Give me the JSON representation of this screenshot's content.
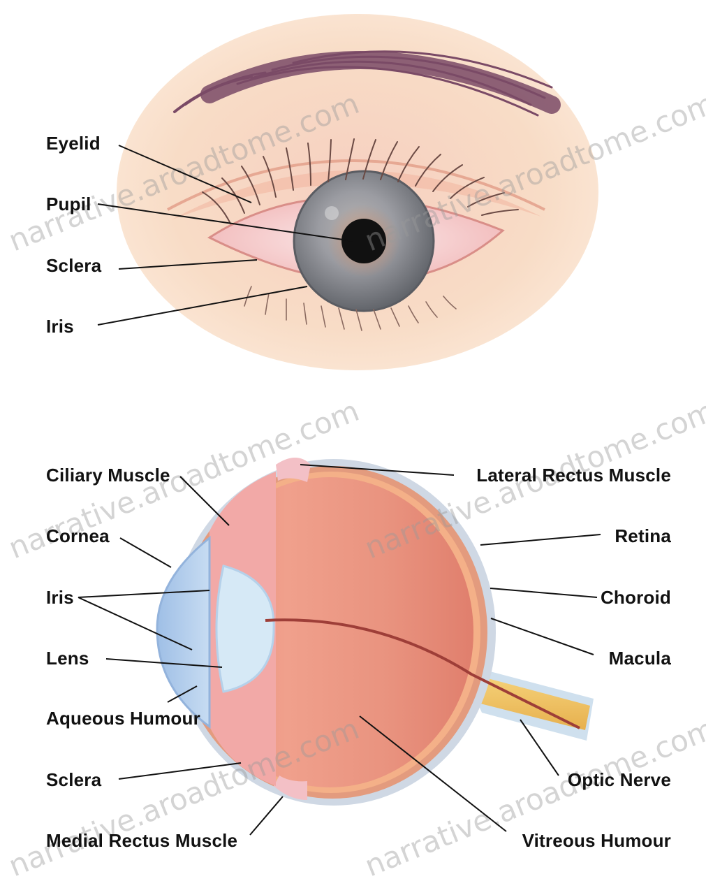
{
  "front_view": {
    "labels": {
      "eyelid": "Eyelid",
      "pupil": "Pupil",
      "sclera": "Sclera",
      "iris": "Iris"
    }
  },
  "cross_section": {
    "left_labels": {
      "ciliary_muscle": "Ciliary Muscle",
      "cornea": "Cornea",
      "iris": "Iris",
      "lens": "Lens",
      "aqueous_humour": "Aqueous Humour",
      "sclera": "Sclera",
      "medial_rectus_muscle": "Medial Rectus Muscle"
    },
    "right_labels": {
      "lateral_rectus_muscle": "Lateral Rectus Muscle",
      "retina": "Retina",
      "choroid": "Choroid",
      "macula": "Macula",
      "optic_nerve": "Optic Nerve",
      "vitreous_humour": "Vitreous Humour"
    }
  },
  "watermark": "narrative.aroadtome.com",
  "colors": {
    "skin": "#f8d9c4",
    "eyeball_inner": "#e9907c",
    "iris": "#8a8d94",
    "cornea": "#a9c9ea",
    "lens": "#d2e6f5",
    "optic_nerve": "#f2c76a",
    "eyebrow": "#7a4a66"
  }
}
